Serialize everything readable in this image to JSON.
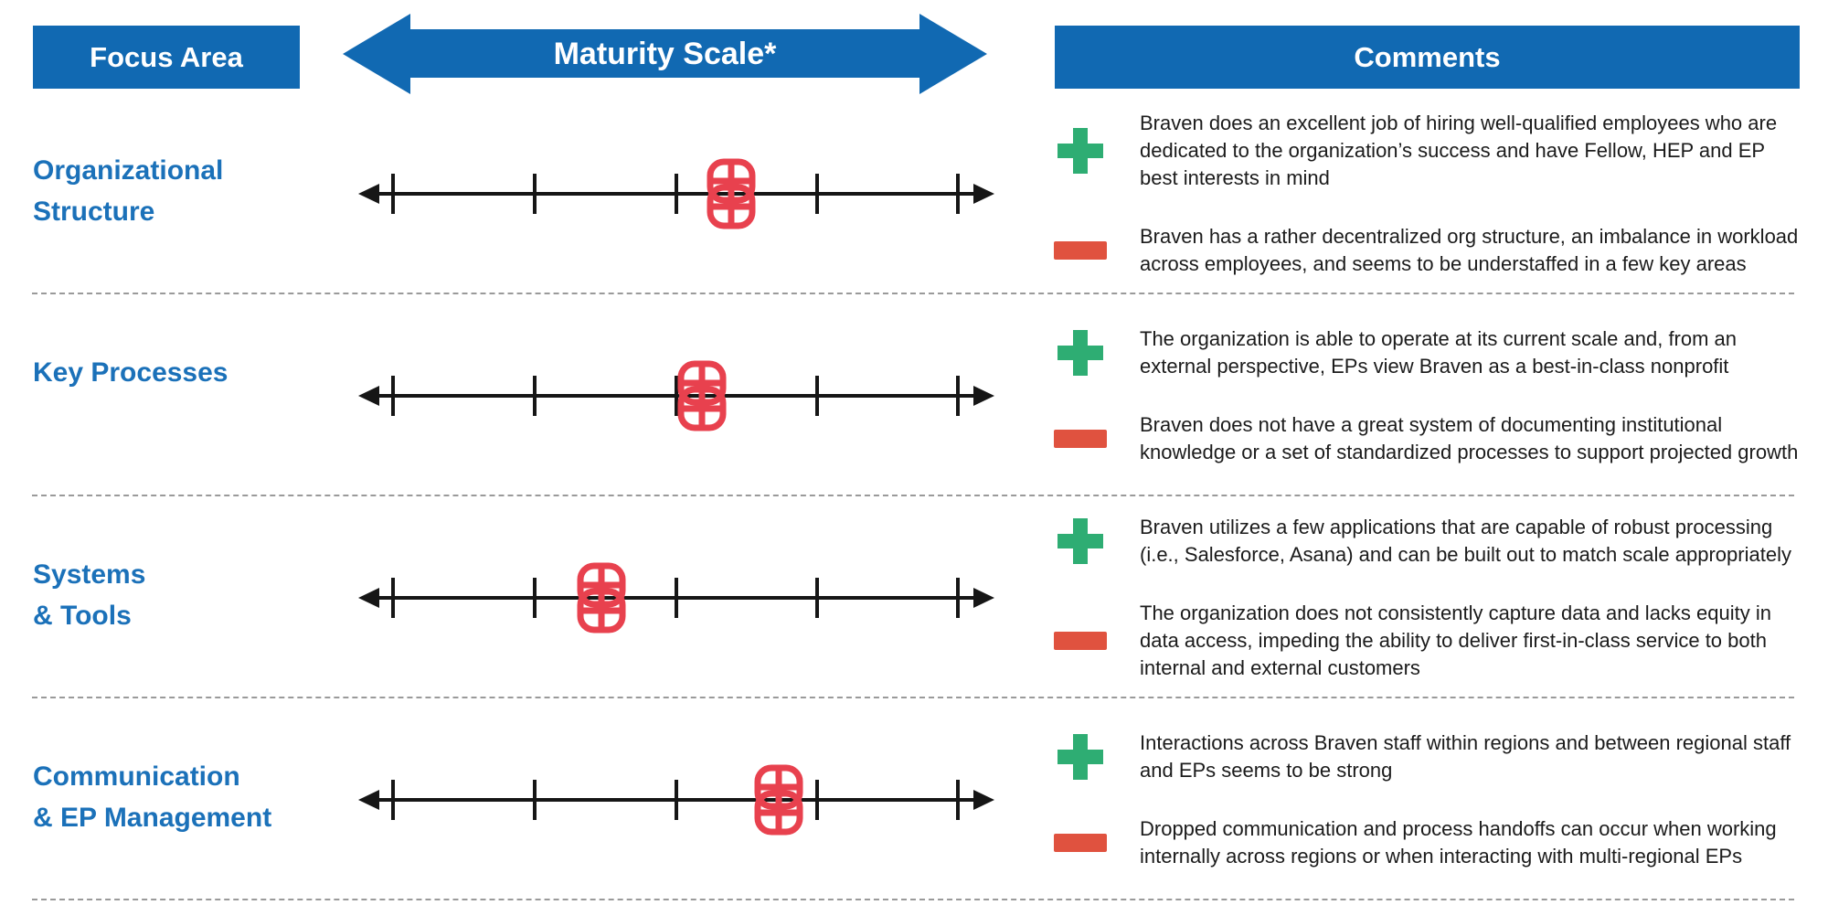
{
  "header": {
    "focus_area_label": "Focus Area",
    "maturity_scale_label": "Maturity Scale*",
    "comments_label": "Comments"
  },
  "scale": {
    "tick_count": 5,
    "style": "double-headed horizontal arrow with 5 tick marks"
  },
  "colors": {
    "header_blue": "#1169B2",
    "label_blue": "#1B71B9",
    "plus_green": "#2EAD73",
    "minus_red": "#E0523F",
    "marker_red": "#E8414E",
    "axis_black": "#161616",
    "separator_gray": "#9A9A9A",
    "text_black": "#1B1B1B"
  },
  "rows": [
    {
      "label_line1": "Organizational",
      "label_line2": "Structure",
      "marker_percent": 58.6,
      "positive": "Braven does an excellent job of hiring well-qualified employees who are dedicated to the organization’s success and have Fellow, HEP and EP best interests in mind",
      "negative": "Braven has a rather decentralized org structure, an imbalance in workload across employees, and seems to be understaffed in a few key areas"
    },
    {
      "label_line1": "Key Processes",
      "label_line2": "",
      "marker_percent": 54.0,
      "positive": "The organization is able to operate at its current scale and, from an external perspective, EPs view Braven as a best-in-class nonprofit",
      "negative": "Braven does not have a great system of documenting institutional knowledge or a set of standardized processes to support projected growth"
    },
    {
      "label_line1": "Systems",
      "label_line2": "& Tools",
      "marker_percent": 38.3,
      "positive": "Braven utilizes a few applications that are capable of robust processing (i.e., Salesforce, Asana) and can be built out to match scale appropriately",
      "negative": "The organization does not consistently capture data and lacks equity in data access, impeding the ability to deliver first-in-class service to both internal and external customers"
    },
    {
      "label_line1": "Communication",
      "label_line2": "& EP Management",
      "marker_percent": 66.0,
      "positive": "Interactions across Braven staff within regions and between regional staff and EPs seems to be strong",
      "negative": "Dropped communication and process handoffs can occur when working internally across regions or when interacting with multi-regional EPs"
    }
  ]
}
